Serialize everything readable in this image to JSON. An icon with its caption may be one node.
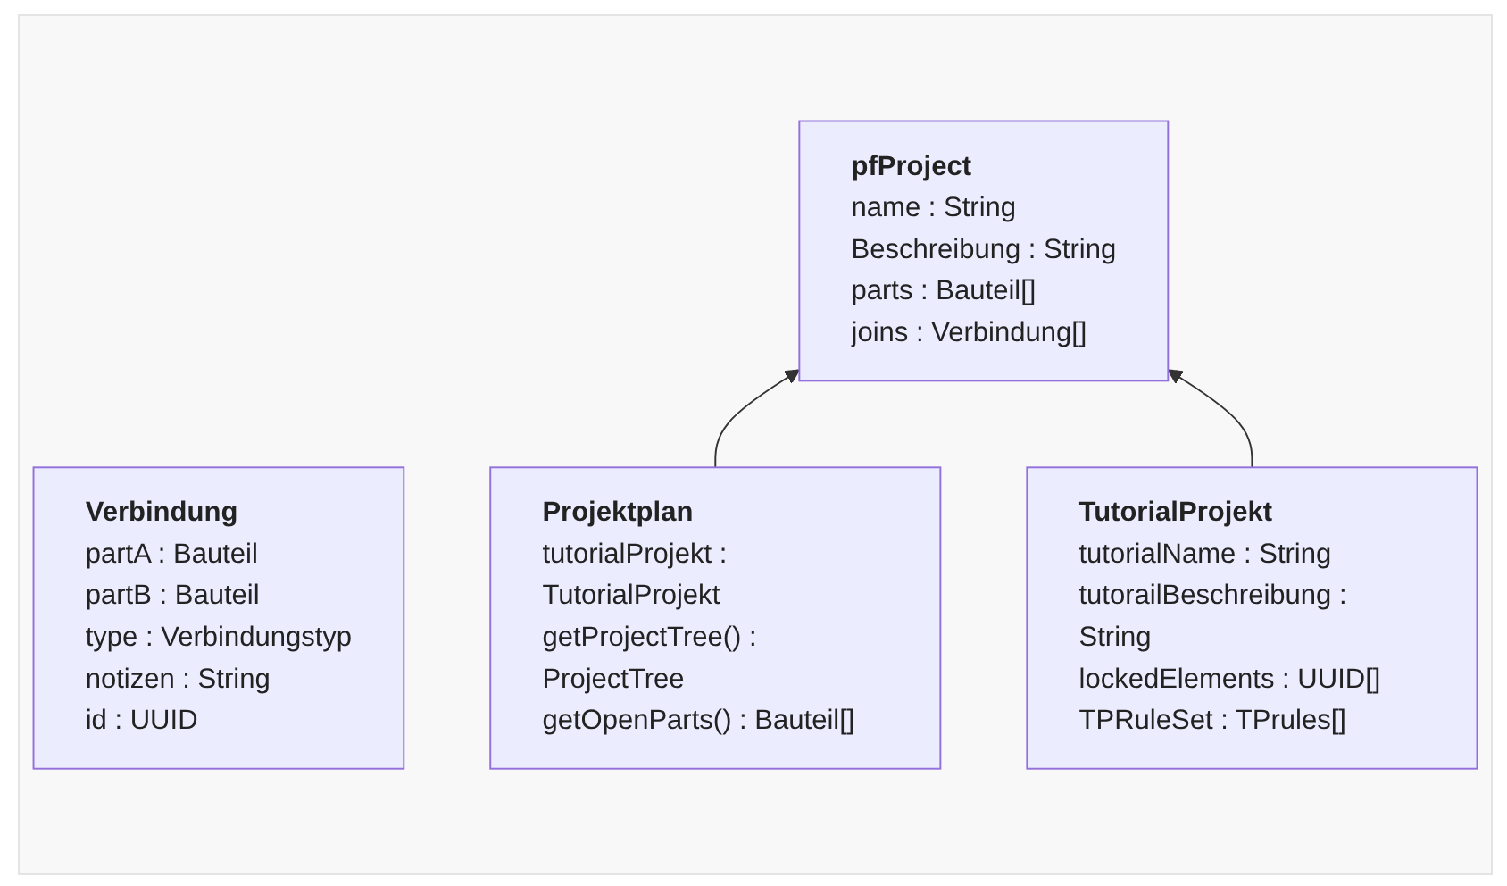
{
  "diagram": {
    "nodes": [
      {
        "text": [
          "pfProject",
          "name : String",
          "Beschreibung : String",
          "parts : Bauteil[]",
          "joins : Verbindung[]"
        ]
      },
      {
        "text": [
          "Verbindung",
          "partA : Bauteil",
          "partB : Bauteil",
          "type : Verbindungstyp",
          "notizen : String",
          "id : UUID"
        ]
      },
      {
        "text": [
          "Projektplan",
          "tutorialProjekt : TutorialProjekt",
          "getProjectTree() : ProjectTree",
          "getOpenParts() : Bauteil[]"
        ]
      },
      {
        "text": [
          "TutorialProjekt",
          "tutorialName : String",
          "tutorailBeschreibung : String",
          "lockedElements : UUID[]",
          "TPRuleSet : TPrules[]"
        ]
      }
    ],
    "edges": [
      {
        "from": 2,
        "to": 0,
        "arrow": "to"
      },
      {
        "from": 3,
        "to": 0,
        "arrow": "to"
      }
    ]
  }
}
